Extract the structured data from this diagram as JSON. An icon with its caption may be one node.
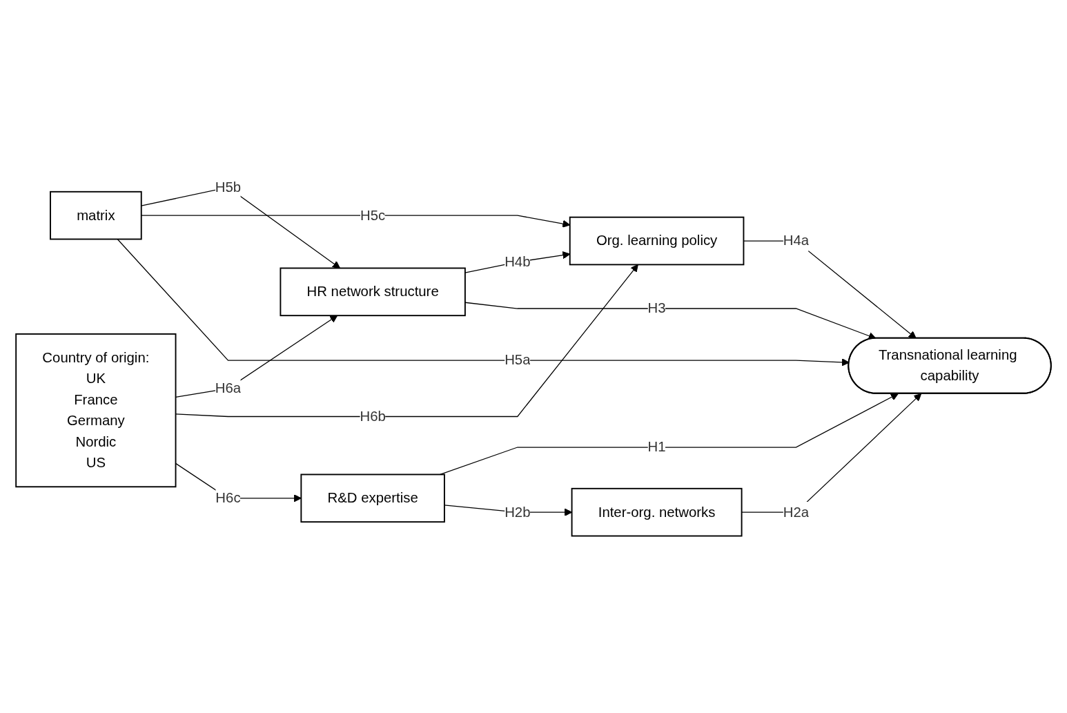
{
  "diagram": {
    "nodes": [
      {
        "text": [
          "Country of origin:",
          "UK",
          "France",
          "Germany",
          "Nordic",
          "US"
        ]
      },
      {
        "text": [
          "matrix"
        ]
      },
      {
        "text": [
          "HR network structure"
        ]
      },
      {
        "text": [
          "Org. learning policy"
        ]
      },
      {
        "text": [
          "R&D expertise"
        ]
      },
      {
        "text": [
          "Inter-org. networks"
        ]
      },
      {
        "text": [
          "Transnational learning capability"
        ]
      }
    ],
    "edges": [
      {
        "from": 0,
        "to": 2,
        "arrow": "to",
        "label": "H6a"
      },
      {
        "from": 0,
        "to": 3,
        "arrow": "to",
        "label": "H6b"
      },
      {
        "from": 0,
        "to": 4,
        "arrow": "to",
        "label": "H6c"
      },
      {
        "from": 1,
        "to": 2,
        "arrow": "to",
        "label": "H5b"
      },
      {
        "from": 1,
        "to": 3,
        "arrow": "to",
        "label": "H5c"
      },
      {
        "from": 2,
        "to": 3,
        "arrow": "to",
        "label": "H4b"
      },
      {
        "from": 1,
        "to": 6,
        "arrow": "to",
        "label": "H5a"
      },
      {
        "from": 2,
        "to": 6,
        "arrow": "to",
        "label": "H3"
      },
      {
        "from": 3,
        "to": 6,
        "arrow": "to",
        "label": "H4a"
      },
      {
        "from": 4,
        "to": 6,
        "arrow": "to",
        "label": "H1"
      },
      {
        "from": 4,
        "to": 5,
        "arrow": "to",
        "label": "H2b"
      },
      {
        "from": 5,
        "to": 6,
        "arrow": "to",
        "label": "H2a"
      }
    ]
  }
}
